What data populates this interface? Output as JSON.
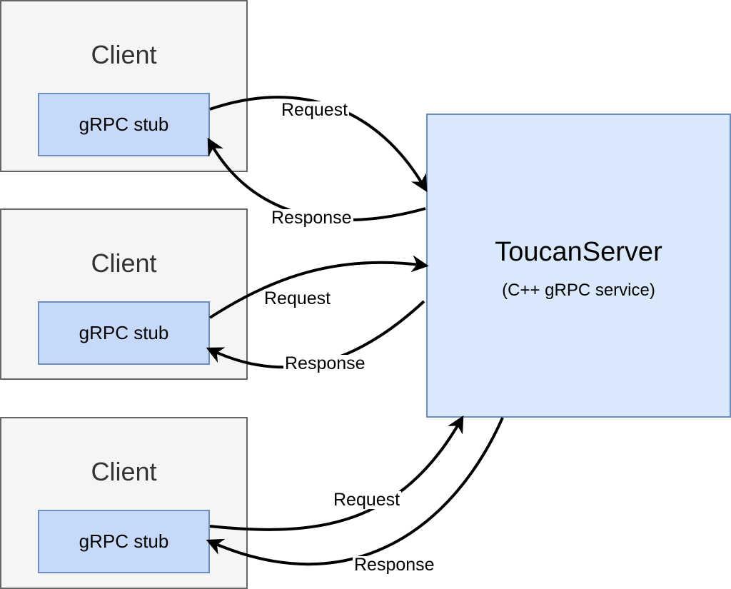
{
  "clients": [
    {
      "title": "Client",
      "stub": "gRPC stub",
      "request_label": "Request",
      "response_label": "Response"
    },
    {
      "title": "Client",
      "stub": "gRPC stub",
      "request_label": "Request",
      "response_label": "Response"
    },
    {
      "title": "Client",
      "stub": "gRPC stub",
      "request_label": "Request",
      "response_label": "Response"
    }
  ],
  "server": {
    "title": "ToucanServer",
    "subtitle": "(C++ gRPC service)"
  },
  "colors": {
    "client_fill": "#f5f5f5",
    "client_border": "#666666",
    "stub_fill": "#c7d9f8",
    "server_fill": "#dae8fc",
    "accent_border": "#6c8ebf",
    "arrow": "#000000"
  }
}
